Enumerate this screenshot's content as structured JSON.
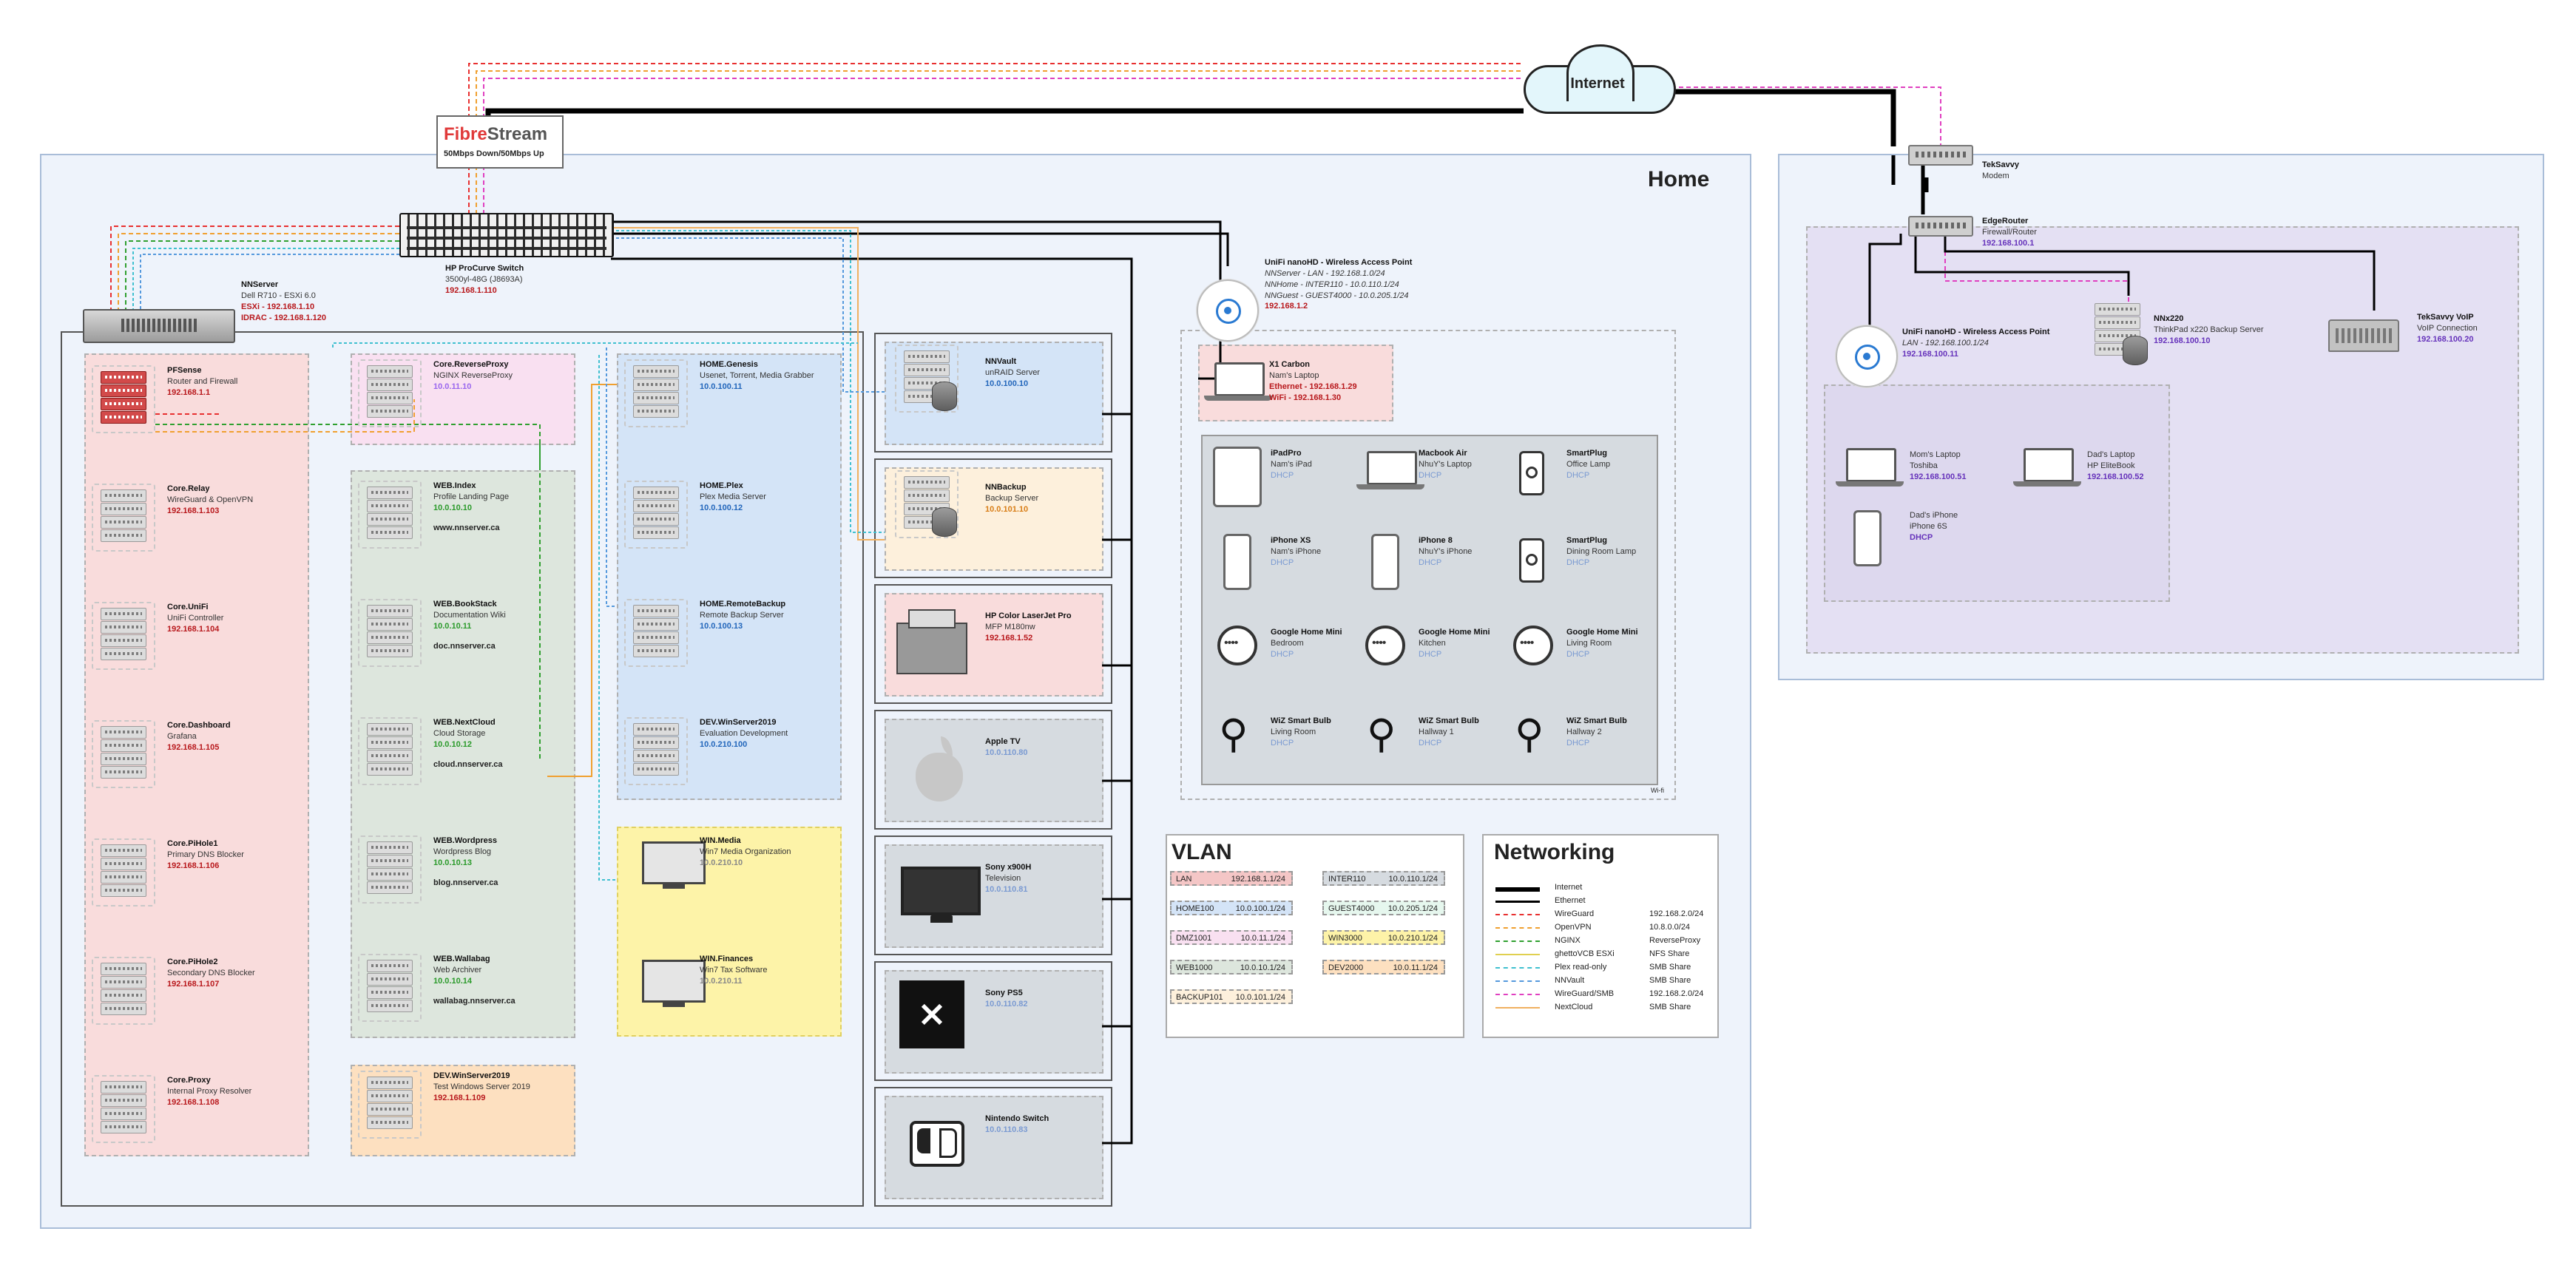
{
  "internet": {
    "label": "Internet"
  },
  "isp": {
    "name_a": "Fibre",
    "name_b": "Stream",
    "speed": "50Mbps Down/50Mbps Up"
  },
  "home": {
    "title": "Home"
  },
  "switch": {
    "name": "HP ProCurve Switch",
    "model": "3500yl-48G (J8693A)",
    "ip": "192.168.1.110"
  },
  "nnserver": {
    "name": "NNServer",
    "model": "Dell R710 - ESXi 6.0",
    "esxi": "ESXi - 192.168.1.10",
    "idrac": "IDRAC - 192.168.1.120"
  },
  "col_core": [
    {
      "name": "PFSense",
      "desc": "Router and Firewall",
      "ip": "192.168.1.1",
      "red": true
    },
    {
      "name": "Core.Relay",
      "desc": "WireGuard & OpenVPN",
      "ip": "192.168.1.103"
    },
    {
      "name": "Core.UniFi",
      "desc": "UniFi Controller",
      "ip": "192.168.1.104"
    },
    {
      "name": "Core.Dashboard",
      "desc": "Grafana",
      "ip": "192.168.1.105"
    },
    {
      "name": "Core.PiHole1",
      "desc": "Primary DNS Blocker",
      "ip": "192.168.1.106"
    },
    {
      "name": "Core.PiHole2",
      "desc": "Secondary DNS Blocker",
      "ip": "192.168.1.107"
    },
    {
      "name": "Core.Proxy",
      "desc": "Internal Proxy Resolver",
      "ip": "192.168.1.108"
    }
  ],
  "col_web": [
    {
      "name": "Core.ReverseProxy",
      "desc": "NGINX ReverseProxy",
      "ip": "10.0.11.10"
    },
    {
      "name": "WEB.Index",
      "desc": "Profile Landing Page",
      "ip": "10.0.10.10",
      "dns": "www.nnserver.ca"
    },
    {
      "name": "WEB.BookStack",
      "desc": "Documentation Wiki",
      "ip": "10.0.10.11",
      "dns": "doc.nnserver.ca"
    },
    {
      "name": "WEB.NextCloud",
      "desc": "Cloud Storage",
      "ip": "10.0.10.12",
      "dns": "cloud.nnserver.ca"
    },
    {
      "name": "WEB.Wordpress",
      "desc": "Wordpress Blog",
      "ip": "10.0.10.13",
      "dns": "blog.nnserver.ca"
    },
    {
      "name": "WEB.Wallabag",
      "desc": "Web Archiver",
      "ip": "10.0.10.14",
      "dns": "wallabag.nnserver.ca"
    },
    {
      "name": "DEV.WinServer2019",
      "desc": "Test Windows Server 2019",
      "ip": "192.168.1.109"
    }
  ],
  "col_home": [
    {
      "name": "HOME.Genesis",
      "desc": "Usenet, Torrent, Media Grabber",
      "ip": "10.0.100.11"
    },
    {
      "name": "HOME.Plex",
      "desc": "Plex Media Server",
      "ip": "10.0.100.12"
    },
    {
      "name": "HOME.RemoteBackup",
      "desc": "Remote Backup Server",
      "ip": "10.0.100.13"
    },
    {
      "name": "DEV.WinServer2019",
      "desc": "Evaluation Development",
      "ip": "10.0.210.100"
    },
    {
      "name": "WIN.Media",
      "desc": "Win7 Media Organization",
      "ip": "10.0.210.10"
    },
    {
      "name": "WIN.Finances",
      "desc": "Win7 Tax Software",
      "ip": "10.0.210.11"
    }
  ],
  "col_dev": [
    {
      "name": "NNVault",
      "desc": "unRAID Server",
      "ip": "10.0.100.10"
    },
    {
      "name": "NNBackup",
      "desc": "Backup Server",
      "ip": "10.0.101.10"
    },
    {
      "name": "HP Color LaserJet Pro",
      "desc": "MFP M180nw",
      "ip": "192.168.1.52"
    },
    {
      "name": "Apple TV",
      "desc": "",
      "ip": "10.0.110.80"
    },
    {
      "name": "Sony x900H",
      "desc": "Television",
      "ip": "10.0.110.81"
    },
    {
      "name": "Sony PS5",
      "desc": "",
      "ip": "10.0.110.82"
    },
    {
      "name": "Nintendo Switch",
      "desc": "",
      "ip": "10.0.110.83"
    }
  ],
  "ap_home": {
    "name": "UniFi nanoHD - Wireless Access Point",
    "l1": "NNServer - LAN - 192.168.1.0/24",
    "l2": "NNHome - INTER110 - 10.0.110.1/24",
    "l3": "NNGuest - GUEST4000 - 10.0.205.1/24",
    "ip": "192.168.1.2"
  },
  "x1": {
    "name": "X1 Carbon",
    "desc": "Nam's Laptop",
    "eth": "Ethernet - 192.168.1.29",
    "wifi": "WiFi - 192.168.1.30"
  },
  "wifi_devices": [
    {
      "name": "iPadPro",
      "desc": "Nam's iPad",
      "ip": "DHCP"
    },
    {
      "name": "Macbook Air",
      "desc": "NhuY's Laptop",
      "ip": "DHCP"
    },
    {
      "name": "SmartPlug",
      "desc": "Office Lamp",
      "ip": "DHCP"
    },
    {
      "name": "iPhone XS",
      "desc": "Nam's iPhone",
      "ip": "DHCP"
    },
    {
      "name": "iPhone 8",
      "desc": "NhuY's iPhone",
      "ip": "DHCP"
    },
    {
      "name": "SmartPlug",
      "desc": "Dining Room Lamp",
      "ip": "DHCP"
    },
    {
      "name": "Google Home Mini",
      "desc": "Bedroom",
      "ip": "DHCP"
    },
    {
      "name": "Google Home Mini",
      "desc": "Kitchen",
      "ip": "DHCP"
    },
    {
      "name": "Google Home Mini",
      "desc": "Living Room",
      "ip": "DHCP"
    },
    {
      "name": "WiZ Smart Bulb",
      "desc": "Living Room",
      "ip": "DHCP"
    },
    {
      "name": "WiZ Smart Bulb",
      "desc": "Hallway 1",
      "ip": "DHCP"
    },
    {
      "name": "WiZ Smart Bulb",
      "desc": "Hallway 2",
      "ip": "DHCP"
    }
  ],
  "wifi_tag": "Wi-fi",
  "vlan": {
    "title": "VLAN",
    "rows": [
      {
        "name": "LAN",
        "net": "192.168.1.1/24",
        "color": "#f4c6c6"
      },
      {
        "name": "INTER110",
        "net": "10.0.110.1/24",
        "color": "#d6dbe0"
      },
      {
        "name": "HOME100",
        "net": "10.0.100.1/24",
        "color": "#d4e4f7"
      },
      {
        "name": "GUEST4000",
        "net": "10.0.205.1/24",
        "color": "#e6f7ee"
      },
      {
        "name": "DMZ1001",
        "net": "10.0.11.1/24",
        "color": "#f9e0f1"
      },
      {
        "name": "WIN3000",
        "net": "10.0.210.1/24",
        "color": "#fdf3a8"
      },
      {
        "name": "WEB1000",
        "net": "10.0.10.1/24",
        "color": "#dde6dd"
      },
      {
        "name": "DEV2000",
        "net": "10.0.11.1/24",
        "color": "#fde0c0"
      },
      {
        "name": "BACKUP101",
        "net": "10.0.101.1/24",
        "color": "#fdf0dc"
      }
    ]
  },
  "networking": {
    "title": "Networking",
    "rows": [
      {
        "name": "Internet",
        "val": "",
        "color": "#000000",
        "w": 6,
        "dash": ""
      },
      {
        "name": "Ethernet",
        "val": "",
        "color": "#000000",
        "w": 3,
        "dash": ""
      },
      {
        "name": "WireGuard",
        "val": "192.168.2.0/24",
        "color": "#e83030",
        "w": 2,
        "dash": "6,4"
      },
      {
        "name": "OpenVPN",
        "val": "10.8.0.0/24",
        "color": "#f0a030",
        "w": 2,
        "dash": "6,4"
      },
      {
        "name": "NGINX",
        "val": "ReverseProxy",
        "color": "#30a030",
        "w": 2,
        "dash": "6,4"
      },
      {
        "name": "ghettoVCB ESXi",
        "val": "NFS Share",
        "color": "#e0d050",
        "w": 2,
        "dash": ""
      },
      {
        "name": "Plex read-only",
        "val": "SMB Share",
        "color": "#40c0d0",
        "w": 2,
        "dash": "4,3"
      },
      {
        "name": "NNVault",
        "val": "SMB Share",
        "color": "#5599dd",
        "w": 2,
        "dash": "4,3"
      },
      {
        "name": "WireGuard/SMB",
        "val": "192.168.2.0/24",
        "color": "#e040c0",
        "w": 2,
        "dash": "6,4"
      },
      {
        "name": "NextCloud",
        "val": "SMB Share",
        "color": "#f0b060",
        "w": 2,
        "dash": ""
      }
    ]
  },
  "remote": {
    "modem": {
      "name": "TekSavvy",
      "desc": "Modem"
    },
    "router": {
      "name": "EdgeRouter",
      "desc": "Firewall/Router",
      "ip": "192.168.100.1"
    },
    "ap": {
      "name": "UniFi nanoHD - Wireless Access Point",
      "lan": "LAN - 192.168.100.1/24",
      "ip": "192.168.100.11"
    },
    "nnx": {
      "name": "NNx220",
      "desc": "ThinkPad x220 Backup Server",
      "ip": "192.168.100.10"
    },
    "voip": {
      "name": "TekSavvy VoIP",
      "desc": "VoIP Connection",
      "ip": "192.168.100.20"
    },
    "moms": {
      "name": "Mom's Laptop",
      "desc": "Toshiba",
      "ip": "192.168.100.51"
    },
    "dads": {
      "name": "Dad's Laptop",
      "desc": "HP EliteBook",
      "ip": "192.168.100.52"
    },
    "dadphone": {
      "name": "Dad's iPhone",
      "desc": "iPhone 6S",
      "ip": "DHCP"
    }
  }
}
